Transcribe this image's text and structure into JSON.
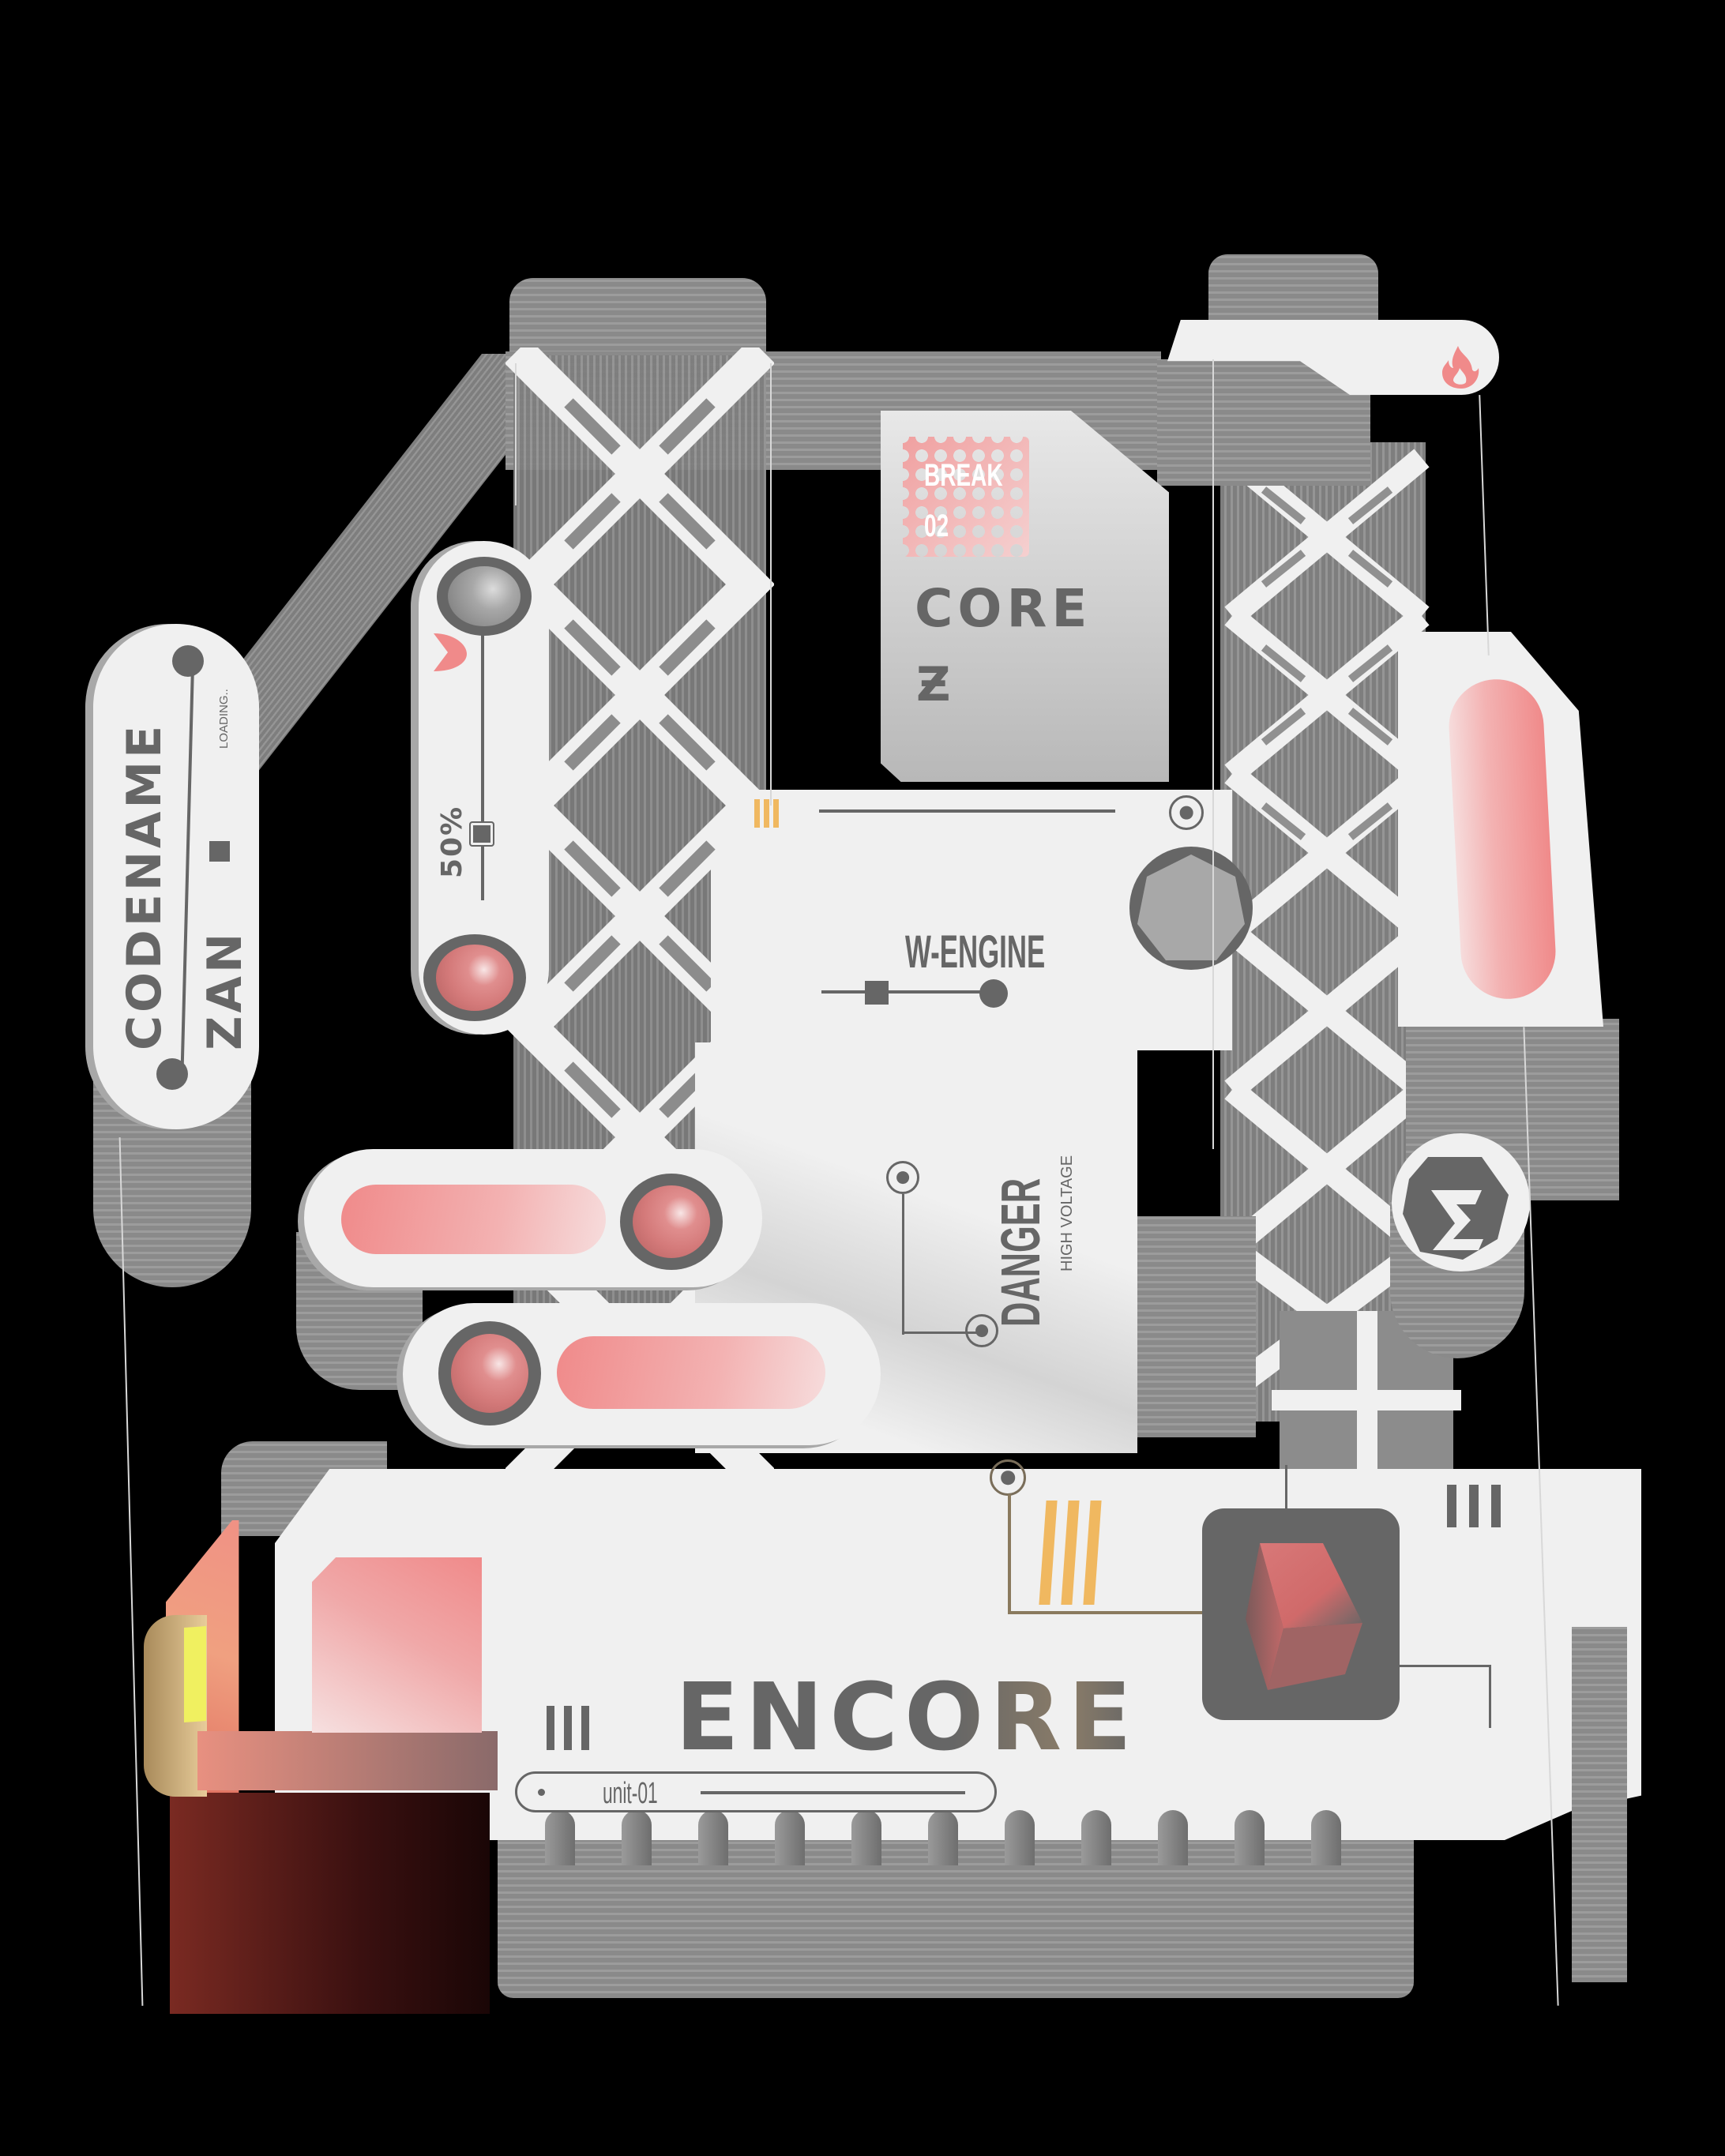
{
  "scene": {
    "background": "#000000",
    "accent_pink": "#f08a8a",
    "accent_orange": "#f0b860",
    "ink_grey": "#666666",
    "surface": "#f0f0f0"
  },
  "core_card": {
    "stamp_line1": "BREAK",
    "stamp_line2": "02",
    "title": "CORE",
    "glyph": "Ƶ"
  },
  "codename_tag": {
    "title": "CODENAME",
    "name": "ZAN",
    "status": "LOADING..",
    "square_icon": "square-icon"
  },
  "slider_tag": {
    "percent": "50%",
    "top_orb": "grey-orb",
    "bottom_orb": "red-orb",
    "marker_icon": "pacman-icon"
  },
  "main_plate": {
    "label_engine": "W-ENGINE",
    "label_danger": "DANGER",
    "label_voltage": "HIGH VOLTAGE",
    "stripes_top": "III",
    "stripes_mid": "III",
    "stripes_right": "III",
    "stripes_left": "III",
    "hex_bolt_icon": "hexagon-bolt-icon"
  },
  "brand": {
    "logo": "ENCORE",
    "unit_label": "unit-01",
    "sigma_icon": "sigma-icon",
    "flame_icon": "flame-icon",
    "cube_icon": "cube-icon"
  }
}
